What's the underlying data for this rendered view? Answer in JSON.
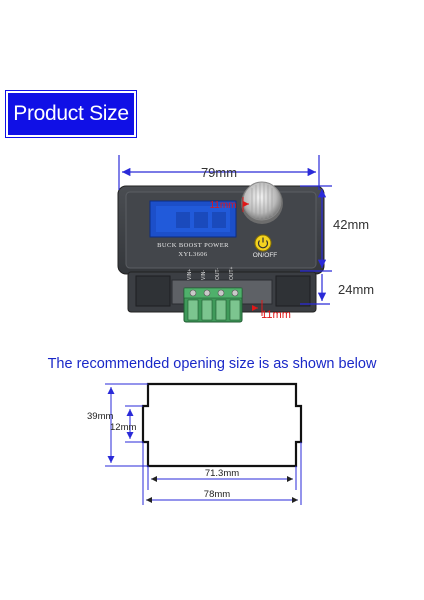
{
  "badge": {
    "label": "Product Size"
  },
  "device": {
    "screen_text_line1": "BUCK BOOST POWER",
    "screen_text_line2": "XYL3606",
    "button_label": "ON/OFF",
    "terminal_labels": [
      "VIN+",
      "VIN-",
      "OUT-",
      "OUT+"
    ]
  },
  "dimensions": {
    "width": "79mm",
    "height": "42mm",
    "depth": "24mm",
    "knob": "11mm",
    "terminal": "11mm"
  },
  "caption": "The recommended opening size is as shown below",
  "opening": {
    "height": "39mm",
    "notch_height": "12mm",
    "inner_width": "71.3mm",
    "outer_width": "78mm"
  },
  "colors": {
    "badge": "#1010e6",
    "dimension_line": "#2a2ad8",
    "caption": "#1a28c8",
    "accent_red": "#e01818"
  }
}
